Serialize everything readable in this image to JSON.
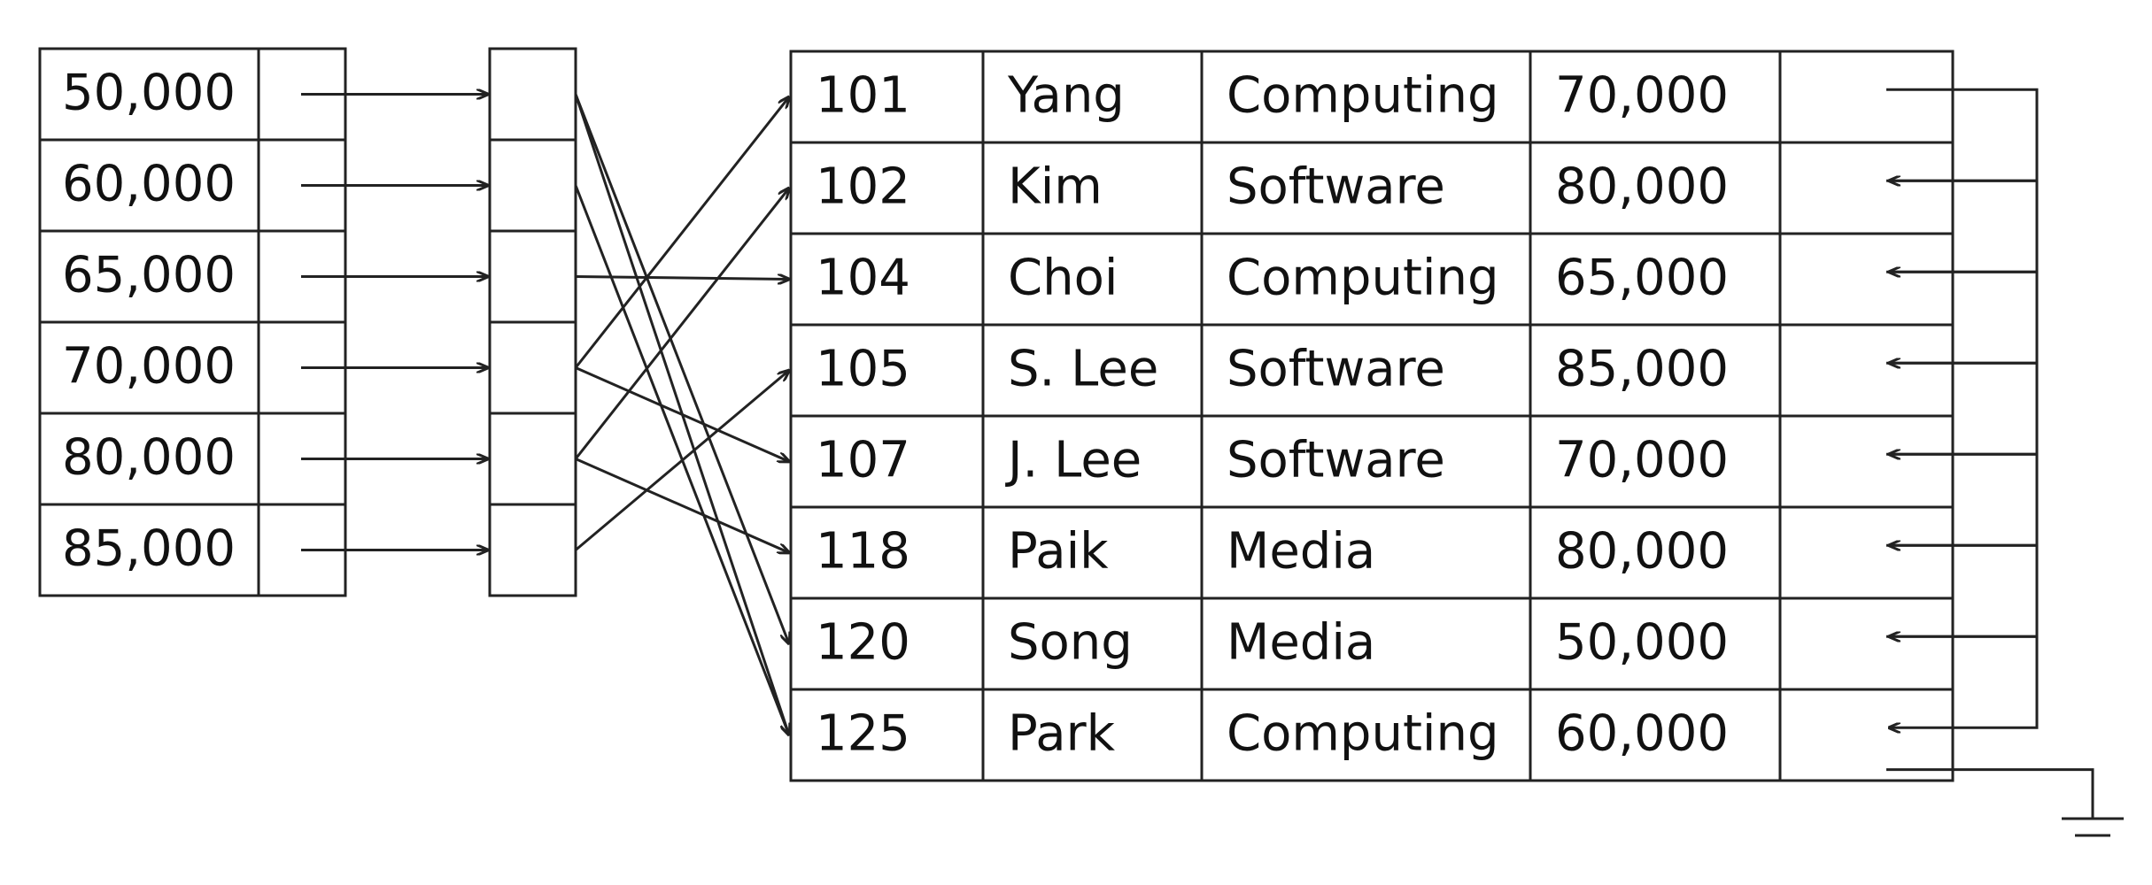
{
  "index": {
    "keys": [
      "50,000",
      "60,000",
      "65,000",
      "70,000",
      "80,000",
      "85,000"
    ]
  },
  "records": {
    "rows": [
      {
        "id": "101",
        "name": "Yang",
        "dept": "Computing",
        "salary": "70,000"
      },
      {
        "id": "102",
        "name": "Kim",
        "dept": "Software",
        "salary": "80,000"
      },
      {
        "id": "104",
        "name": "Choi",
        "dept": "Computing",
        "salary": "65,000"
      },
      {
        "id": "105",
        "name": "S. Lee",
        "dept": "Software",
        "salary": "85,000"
      },
      {
        "id": "107",
        "name": "J. Lee",
        "dept": "Software",
        "salary": "70,000"
      },
      {
        "id": "118",
        "name": "Paik",
        "dept": "Media",
        "salary": "80,000"
      },
      {
        "id": "120",
        "name": "Song",
        "dept": "Media",
        "salary": "50,000"
      },
      {
        "id": "125",
        "name": "Park",
        "dept": "Computing",
        "salary": "60,000"
      }
    ]
  },
  "pointers": {
    "bucket_to_records": [
      {
        "bucket": 0,
        "record": 6
      },
      {
        "bucket": 0,
        "record": 7
      },
      {
        "bucket": 1,
        "record": 7
      },
      {
        "bucket": 2,
        "record": 2
      },
      {
        "bucket": 3,
        "record": 0
      },
      {
        "bucket": 3,
        "record": 4
      },
      {
        "bucket": 4,
        "record": 1
      },
      {
        "bucket": 4,
        "record": 5
      },
      {
        "bucket": 5,
        "record": 3
      }
    ]
  },
  "colors": {
    "line": "#222222",
    "text": "#111111",
    "background": "#ffffff"
  }
}
